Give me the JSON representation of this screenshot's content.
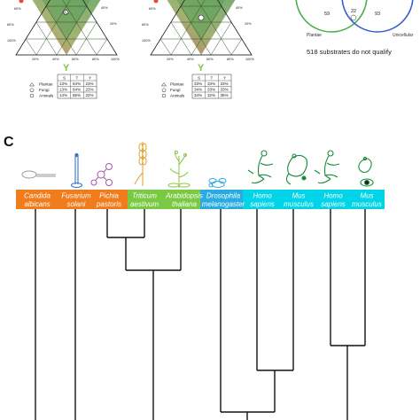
{
  "panel_c_label": "C",
  "ternary": {
    "left": {
      "corner_y": "Y",
      "axis_ticks_bottom": [
        "100%",
        "20%",
        "40%",
        "60%",
        "80%",
        "100%"
      ],
      "axis_ticks_right": [
        "40%",
        "20%"
      ],
      "axis_ticks_left": [
        "60%",
        "80%"
      ],
      "legend": {
        "headers": [
          "S",
          "T",
          "Y"
        ],
        "rows": [
          {
            "label": "Plantae",
            "values": [
              "13%",
              "64%",
              "23%"
            ]
          },
          {
            "label": "Fungi",
            "values": [
              "13%",
              "64%",
              "23%"
            ]
          },
          {
            "label": "Animals",
            "values": [
              "14%",
              "65%",
              "22%"
            ]
          }
        ]
      }
    },
    "right": {
      "corner_y": "Y",
      "axis_ticks_bottom": [
        "100%",
        "20%",
        "40%",
        "60%",
        "80%",
        "100%"
      ],
      "axis_ticks_right": [
        "40%",
        "20%"
      ],
      "axis_ticks_left": [
        "60%",
        "80%"
      ],
      "legend": {
        "headers": [
          "S",
          "T",
          "Y"
        ],
        "rows": [
          {
            "label": "Plantae",
            "values": [
              "33%",
              "33%",
              "33%"
            ]
          },
          {
            "label": "Fungi",
            "values": [
              "34%",
              "33%",
              "33%"
            ]
          },
          {
            "label": "Animals",
            "values": [
              "34%",
              "32%",
              "35%"
            ]
          }
        ]
      }
    }
  },
  "venn": {
    "values": [
      "59",
      "22",
      "93"
    ],
    "labels": [
      "Plantae",
      "Unicellular"
    ],
    "note": "518 substrates do not qualify"
  },
  "species": [
    {
      "line1": "Candida",
      "line2": "albicans",
      "color": "#f07c1e"
    },
    {
      "line1": "Fusarium",
      "line2": "solani",
      "color": "#f07c1e"
    },
    {
      "line1": "Pichia",
      "line2": "pastoris",
      "color": "#f07c1e"
    },
    {
      "line1": "Triticum",
      "line2": "aestivum",
      "color": "#7ac943"
    },
    {
      "line1": "Arabidopsis",
      "line2": "thaliana",
      "color": "#7ac943"
    },
    {
      "line1": "Drosophila",
      "line2": "melanogaster",
      "color": "#29abe2"
    },
    {
      "line1": "Homo",
      "line2": "sapiens",
      "color": "#00d4e8"
    },
    {
      "line1": "Mus",
      "line2": "musculus",
      "color": "#00d4e8"
    },
    {
      "line1": "Homo",
      "line2": "sapiens",
      "color": "#00d4e8"
    },
    {
      "line1": "Mus",
      "line2": "musculus",
      "color": "#00d4e8"
    }
  ],
  "colors": {
    "fungi": "#f07c1e",
    "plants": "#7ac943",
    "insect": "#29abe2",
    "mammals": "#00d4e8",
    "fungi_icon": "#9e5aa8",
    "plant_icon": "#8cc63f",
    "mammal_icon": "#1a8a3a",
    "wheat_icon": "#e0a030",
    "venn_left": "#4caf50",
    "venn_right": "#3a5fcd",
    "ternary_y_letter": "#7ac943"
  },
  "icons": [
    "mushroom-icon",
    "fusarium-icon",
    "yeast-icon",
    "wheat-icon",
    "arabidopsis-icon",
    "fly-icon",
    "person-icon",
    "mouse-icon",
    "person-icon",
    "mouse-icon"
  ]
}
